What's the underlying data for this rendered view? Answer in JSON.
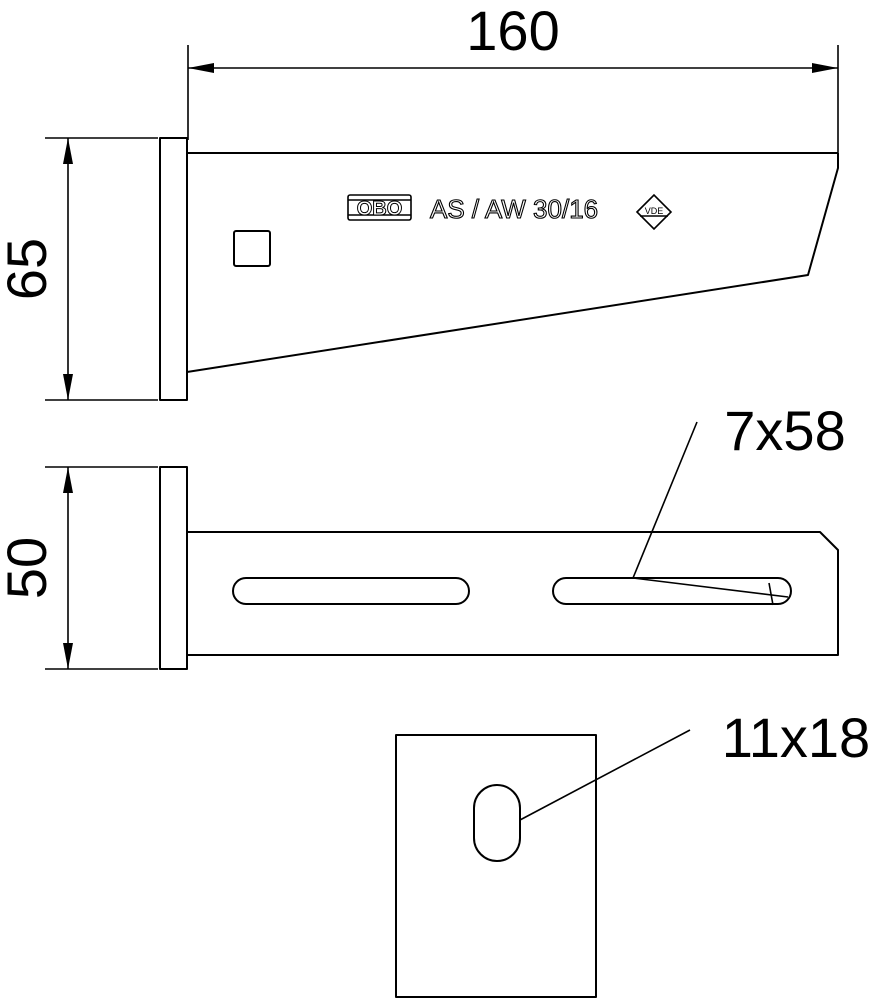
{
  "dimensions": {
    "width_label": "160",
    "height_top_label": "65",
    "height_side_label": "50",
    "slot_label": "7x58",
    "plate_hole_label": "11x18"
  },
  "marking": {
    "logo_text": "OBO",
    "product_text": "AS / AW 30/16",
    "cert_text": "VDE"
  },
  "colors": {
    "line": "#000000",
    "background": "#ffffff"
  }
}
